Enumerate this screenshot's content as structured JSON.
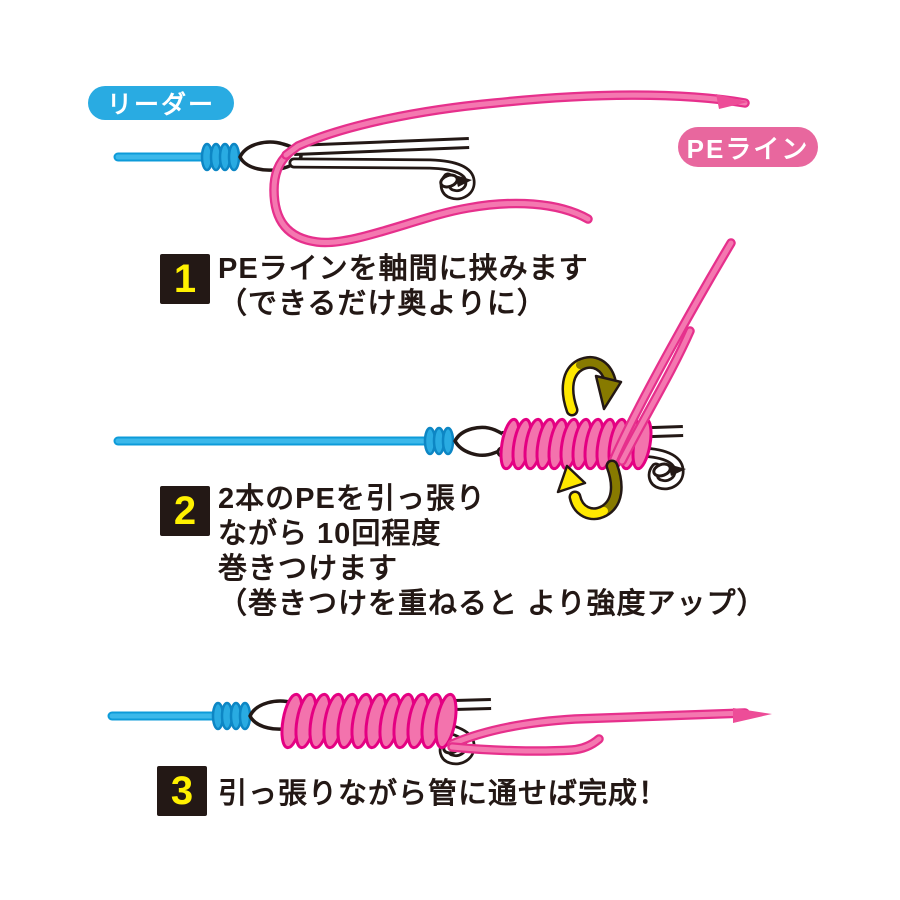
{
  "labels": {
    "leader": "リーダー",
    "pe_line": "PEライン"
  },
  "steps": [
    {
      "number": "1",
      "lines": [
        "PEラインを軸間に挟みます",
        "（できるだけ奥よりに）"
      ]
    },
    {
      "number": "2",
      "lines": [
        "2本のPEを引っ張り",
        "ながら 10回程度",
        "巻きつけます",
        "（巻きつけを重ねると より強度アップ）"
      ]
    },
    {
      "number": "3",
      "lines": [
        "引っ張りながら管に通せば完成！"
      ]
    }
  ],
  "colors": {
    "leader_blue": "#29ABE2",
    "pe_pink": "#EE5B9F",
    "pe_pink_dark": "#E4007F",
    "badge_pink": "#E8679E",
    "text_black": "#231815",
    "number_yellow": "#FFF100",
    "arrow_yellow": "#FFE800",
    "arrow_olive": "#877A00"
  }
}
